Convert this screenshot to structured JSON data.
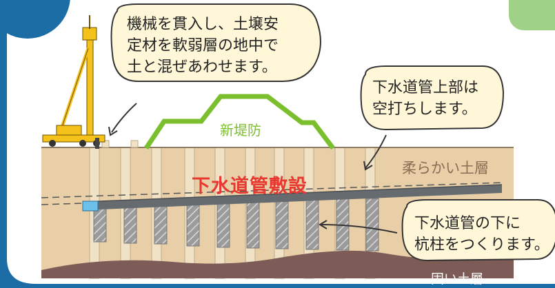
{
  "title": "",
  "bubbles": {
    "machine": "機械を貫入し、土壌安\n定材を軟弱層の地中で\n土と混ぜあわせます。",
    "upper": "下水道管上部は\n空打ちします。",
    "lower": "下水道管の下に\n杭柱をつくります。"
  },
  "labels": {
    "levee": "新堤防",
    "soft_layer": "柔らかい土層",
    "pipe_install": "下水道管敷設",
    "hard_layer": "固い土層"
  },
  "colors": {
    "frame_blue": "#1c6da5",
    "ground_tan": "#e8cfa8",
    "column_tan": "#f1e2c6",
    "hard_soil": "#7d5c58",
    "levee_green": "#7cbf2e",
    "pipe_gray": "#666b70",
    "pile_gray": "#9a9a9a",
    "machine_yellow": "#f4c21a",
    "label_red": "#e8382f",
    "tab_green": "#9fd286"
  },
  "icons": [
    "pile-driver-machine-icon",
    "speech-bubble",
    "arrow-pointer"
  ]
}
